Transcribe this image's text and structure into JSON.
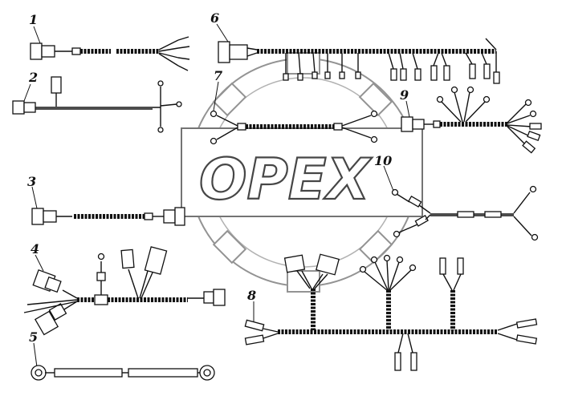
{
  "watermark": {
    "text": "OPEX"
  },
  "labels": [
    "1",
    "2",
    "3",
    "4",
    "5",
    "6",
    "7",
    "8",
    "9",
    "10"
  ]
}
